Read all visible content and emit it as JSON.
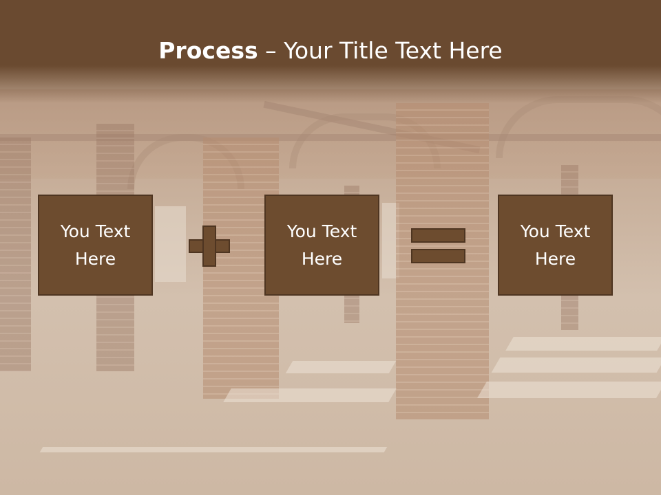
{
  "slide": {
    "title_bold": "Process",
    "title_rest": " – Your Title Text Here",
    "boxes": [
      {
        "text": "You Text\nHere"
      },
      {
        "text": "You Text\nHere"
      },
      {
        "text": "You Text\nHere"
      }
    ],
    "operators": [
      "plus-icon",
      "equals-icon"
    ]
  },
  "colors": {
    "header": "#6a4a30",
    "box_fill": "#6d4c2f",
    "box_border": "#4e3521",
    "text": "#ffffff"
  }
}
